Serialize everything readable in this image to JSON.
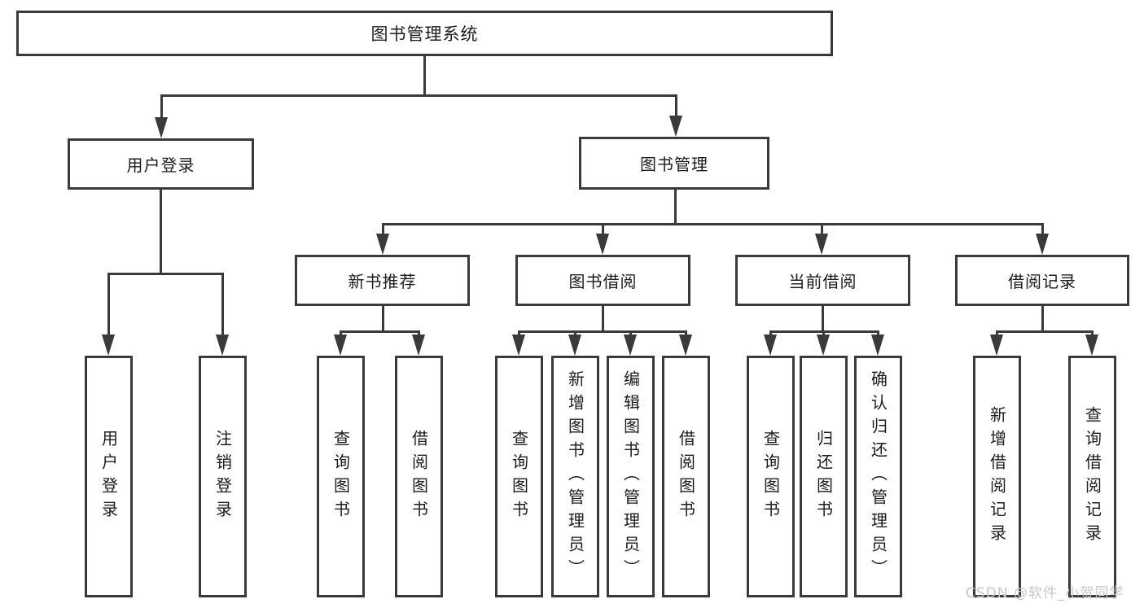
{
  "tree": {
    "root": "图书管理系统",
    "children": [
      {
        "label": "用户登录",
        "children": [
          "用户登录",
          "注销登录"
        ]
      },
      {
        "label": "图书管理",
        "children": [
          {
            "label": "新书推荐",
            "children": [
              "查询图书",
              "借阅图书"
            ]
          },
          {
            "label": "图书借阅",
            "children": [
              "查询图书",
              "新增图书（管理员）",
              "编辑图书（管理员）",
              "借阅图书"
            ]
          },
          {
            "label": "当前借阅",
            "children": [
              "查询图书",
              "归还图书",
              "确认归还（管理员）"
            ]
          },
          {
            "label": "借阅记录",
            "children": [
              "新增借阅记录",
              "查询借阅记录"
            ]
          }
        ]
      }
    ]
  },
  "watermark": {
    "text": "CSDN @软件_小贺同学"
  },
  "colors": {
    "line": "#3a3a3a",
    "text": "#1c1c1c",
    "watermark": "#c8c8c8",
    "background": "#ffffff"
  }
}
